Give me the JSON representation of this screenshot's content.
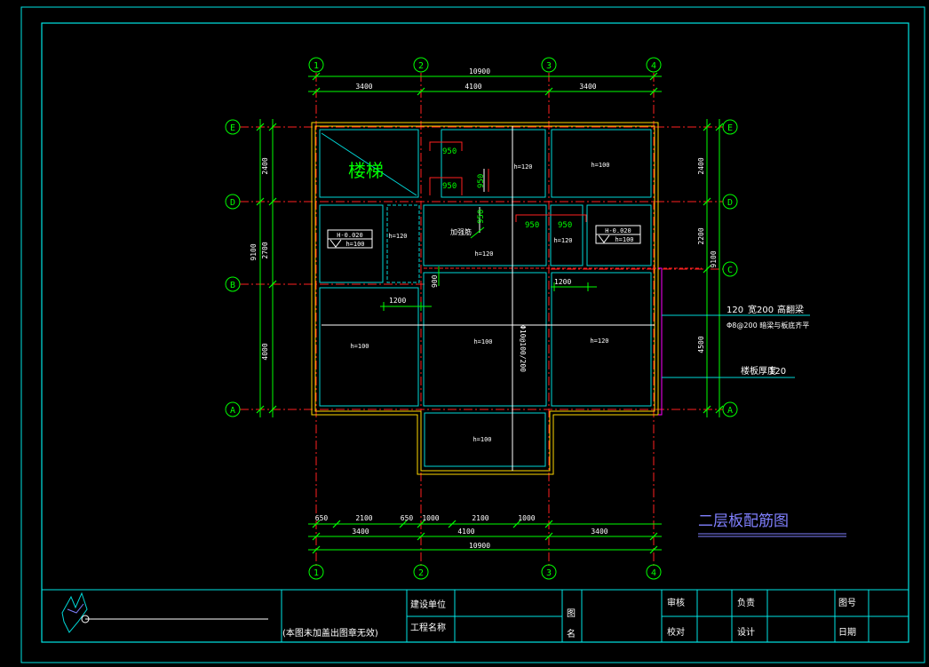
{
  "colors": {
    "background": "#000000",
    "frame": "#00e5e5",
    "grid_axis": "#ff2020",
    "dimension": "#00ff00",
    "wall": "#ffd700",
    "slab": "#00d8d8",
    "rebar": "#ffffff",
    "label_green": "#00ff00",
    "title": "#8080ff",
    "magenta": "#ff00ff"
  },
  "axes": {
    "numbered": [
      "1",
      "2",
      "3",
      "4"
    ],
    "lettered": [
      "E",
      "D",
      "C",
      "B",
      "A"
    ]
  },
  "dims_top": {
    "total": "10900",
    "segments": [
      "3400",
      "4100",
      "3400"
    ]
  },
  "dims_bottom": {
    "row1": [
      "650",
      "2100",
      "650",
      "1000",
      "2100",
      "1000"
    ],
    "row2": [
      "3400",
      "4100",
      "3400"
    ],
    "total": "10900"
  },
  "dims_left": {
    "segments": [
      "2400",
      "2700",
      "4000"
    ],
    "total": "9100"
  },
  "dims_right": {
    "segments": [
      "2400",
      "2200",
      "4500"
    ],
    "total": "9100"
  },
  "rooms": {
    "stairs": "楼梯",
    "h120_a": "h=120",
    "h100_a": "h=100",
    "h120_b": "h=120",
    "h120_c": "h=120",
    "h120_d": "h=120",
    "h100_b": "h=100",
    "h100_c": "h=100",
    "h120_e": "h=120",
    "h100_d": "h=100",
    "level_left": "H-0.020",
    "level_left_h": "h=100",
    "level_right": "H-0.020",
    "level_right_h": "h=100"
  },
  "rebar_labels": {
    "r950_1": "950",
    "r950_2": "950",
    "r950_v1": "950",
    "r950_v2": "950",
    "r950_3": "950",
    "r950_4": "950",
    "r1200_1": "1200",
    "r1200_2": "1200",
    "r900": "900",
    "jiaqiang": "加强筋",
    "phi": "Φ10@100/200"
  },
  "notes": {
    "n1a": "120",
    "n1b": "宽200",
    "n1c": "高翻梁",
    "n2": "Φ8@200 暗梁与板底齐平",
    "n3a": "楼板厚度",
    "n3b": "120"
  },
  "drawing_title": "二层板配筋图",
  "title_block": {
    "disclaimer": "(本图未加盖出图章无效)",
    "jianshe": "建设单位",
    "gongcheng": "工程名称",
    "tu": "图",
    "ming": "名",
    "shenhe": "审核",
    "jiaodui": "校对",
    "fuze": "负责",
    "sheji": "设计",
    "tuhao": "图号",
    "riqi": "日期"
  }
}
